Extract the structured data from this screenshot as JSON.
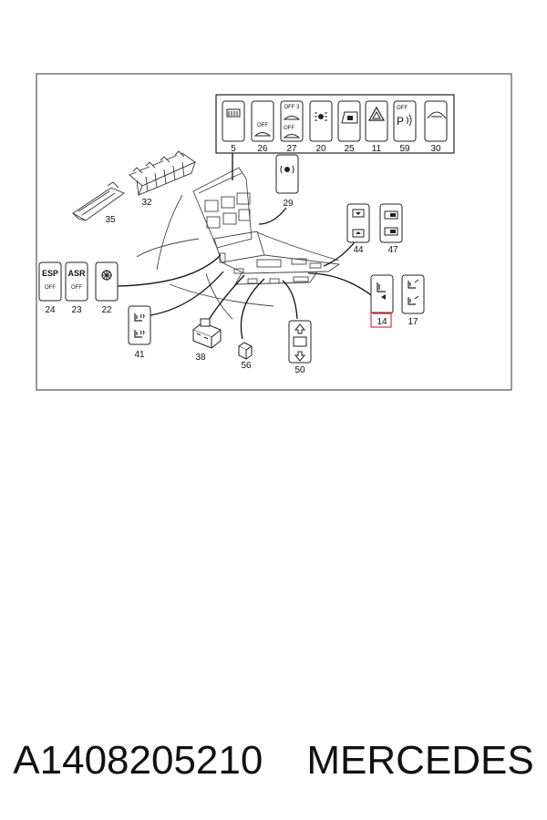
{
  "diagram": {
    "top_switch_numbers": [
      "5",
      "26",
      "27",
      "20",
      "25",
      "11",
      "59",
      "30"
    ],
    "top_switch_texts": {
      "off": "OFF",
      "off3": "OFF 3"
    },
    "callouts": {
      "n35": "35",
      "n32": "32",
      "n29": "29",
      "n44": "44",
      "n47": "47",
      "n24": "24",
      "n23": "23",
      "n22": "22",
      "n41": "41",
      "n38": "38",
      "n56": "56",
      "n50": "50",
      "n14": "14",
      "n17": "17"
    },
    "button_labels": {
      "esp": "ESP",
      "asr": "ASR",
      "off": "OFF",
      "parking": "P"
    },
    "highlight_color": "#e0303a"
  },
  "caption": {
    "part_number": "A1408205210",
    "brand": "MERCEDES"
  }
}
